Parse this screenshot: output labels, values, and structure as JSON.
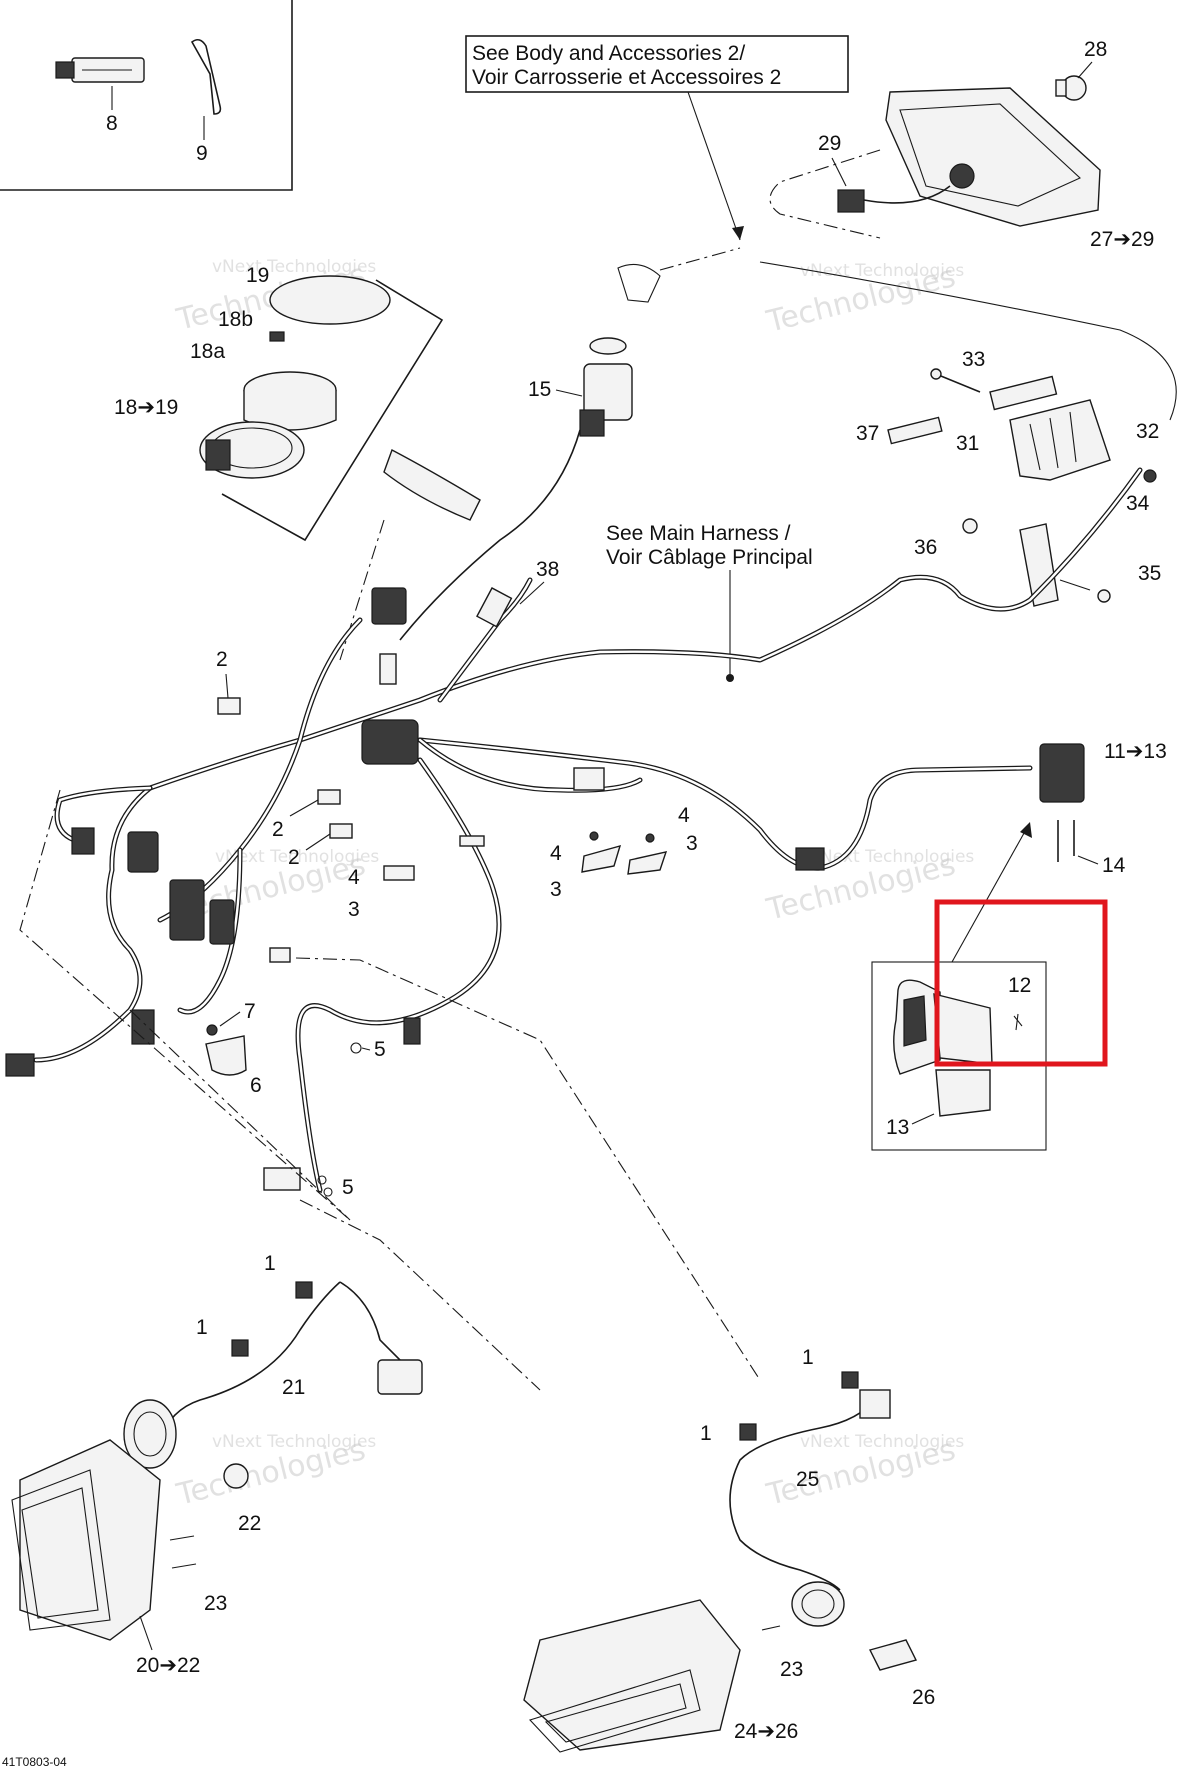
{
  "notes": {
    "body_line1": "See Body and Accessories 2/",
    "body_line2": "Voir Carrosserie et Accessoires 2",
    "main_line1": "See Main Harness /",
    "main_line2": "Voir Câblage Principal"
  },
  "watermark": {
    "line1": "vNext Technologies",
    "line2": "Technologies"
  },
  "figure_code": "41T0803-04",
  "labels": {
    "p8": "8",
    "p9": "9",
    "p28": "28",
    "p29": "29",
    "p27_29": "27➔29",
    "p19": "19",
    "p18b": "18b",
    "p18a": "18a",
    "p18_19": "18➔19",
    "p15": "15",
    "p33": "33",
    "p37": "37",
    "p31": "31",
    "p32": "32",
    "p34": "34",
    "p36": "36",
    "p35": "35",
    "p38": "38",
    "p2a": "2",
    "p2b": "2",
    "p2c": "2",
    "p4a": "4",
    "p3a": "3",
    "p4b": "4",
    "p3b": "3",
    "p4c": "4",
    "p3c": "3",
    "p11_13": "11➔13",
    "p14": "14",
    "p12": "12",
    "p13": "13",
    "p7": "7",
    "p6": "6",
    "p5a": "5",
    "p5b": "5",
    "p1a": "1",
    "p1b": "1",
    "p21": "21",
    "p22": "22",
    "p23a": "23",
    "p20_22": "20➔22",
    "p1c": "1",
    "p1d": "1",
    "p25": "25",
    "p23b": "23",
    "p26": "26",
    "p24_26": "24➔26"
  },
  "colors": {
    "highlight": "#e0161d",
    "line": "#1a1a1a",
    "watermark": "#c9c9c9"
  }
}
